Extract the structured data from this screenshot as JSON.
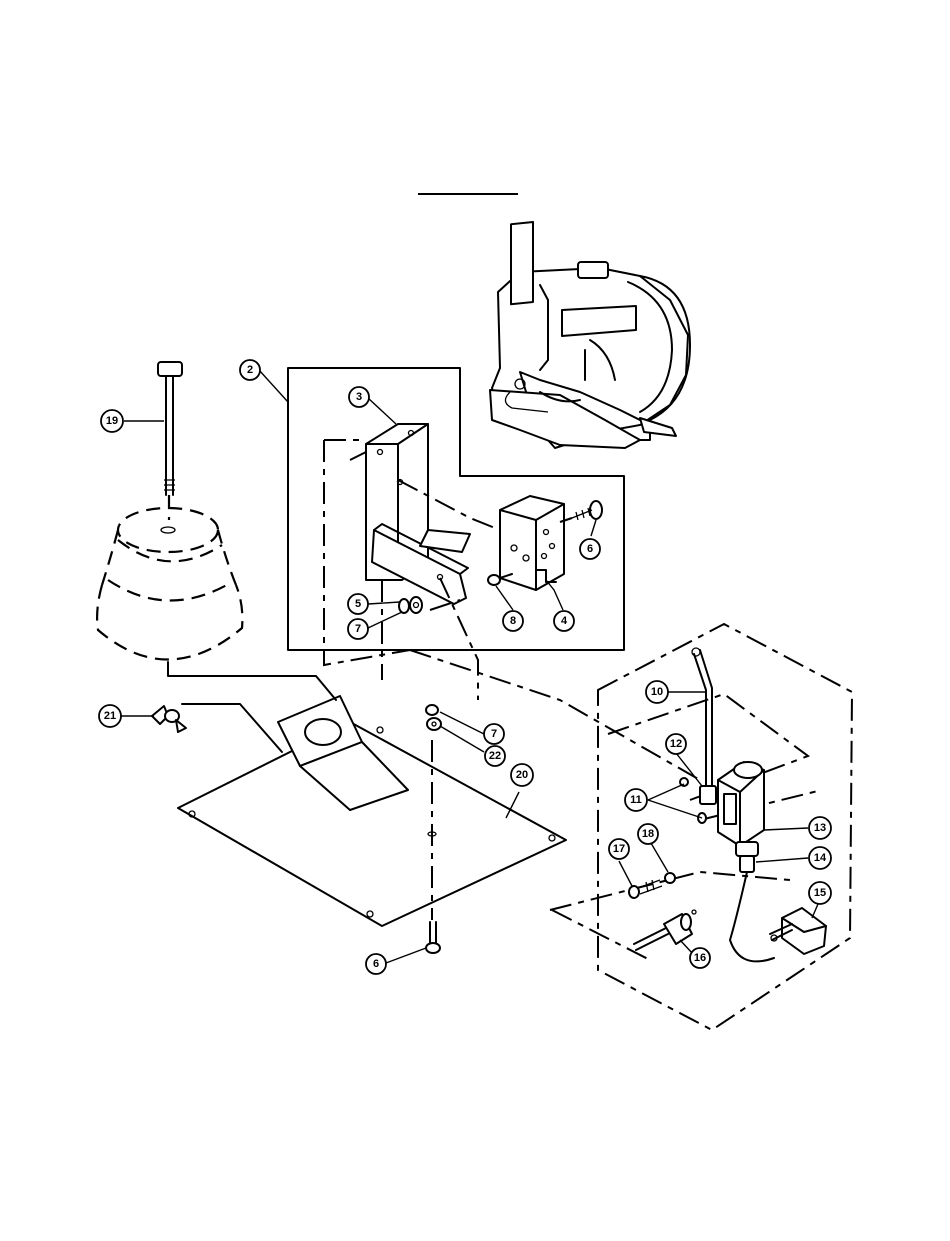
{
  "figure": {
    "title": ""
  },
  "callouts": [
    {
      "id": "c19",
      "label": "19"
    },
    {
      "id": "c2",
      "label": "2"
    },
    {
      "id": "c3",
      "label": "3"
    },
    {
      "id": "c5",
      "label": "5"
    },
    {
      "id": "c7a",
      "label": "7"
    },
    {
      "id": "c6a",
      "label": "6"
    },
    {
      "id": "c8",
      "label": "8"
    },
    {
      "id": "c4",
      "label": "4"
    },
    {
      "id": "c21",
      "label": "21"
    },
    {
      "id": "c7b",
      "label": "7"
    },
    {
      "id": "c22",
      "label": "22"
    },
    {
      "id": "c20",
      "label": "20"
    },
    {
      "id": "c6b",
      "label": "6"
    },
    {
      "id": "c10",
      "label": "10"
    },
    {
      "id": "c12",
      "label": "12"
    },
    {
      "id": "c11",
      "label": "11"
    },
    {
      "id": "c13",
      "label": "13"
    },
    {
      "id": "c17",
      "label": "17"
    },
    {
      "id": "c18",
      "label": "18"
    },
    {
      "id": "c14",
      "label": "14"
    },
    {
      "id": "c15",
      "label": "15"
    },
    {
      "id": "c16",
      "label": "16"
    }
  ]
}
